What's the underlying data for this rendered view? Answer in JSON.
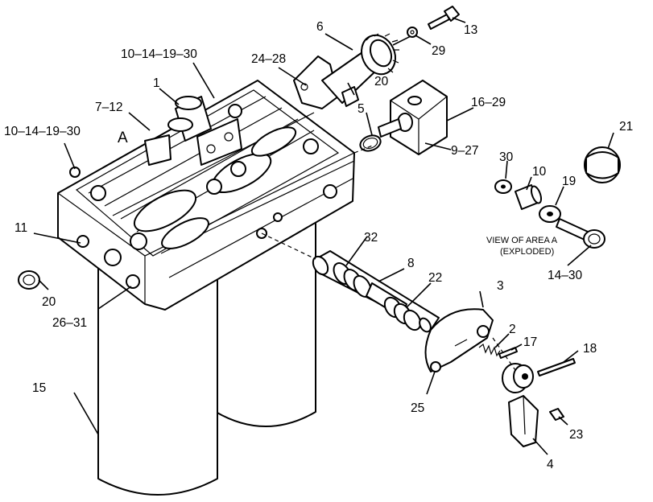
{
  "view_label": "VIEW OF AREA A",
  "view_sublabel": "(EXPLODED)",
  "area_marker": "A",
  "callouts": [
    {
      "id": "c6",
      "text": "6"
    },
    {
      "id": "c13",
      "text": "13"
    },
    {
      "id": "c29",
      "text": "29"
    },
    {
      "id": "c10-14-19-30-top",
      "text": "10–14–19–30"
    },
    {
      "id": "c24-28",
      "text": "24–28"
    },
    {
      "id": "c1",
      "text": "1"
    },
    {
      "id": "c20-top",
      "text": "20"
    },
    {
      "id": "c7-12",
      "text": "7–12"
    },
    {
      "id": "c16-29",
      "text": "16–29"
    },
    {
      "id": "c5",
      "text": "5"
    },
    {
      "id": "c10-14-19-30-left",
      "text": "10–14–19–30"
    },
    {
      "id": "c9-27",
      "text": "9–27"
    },
    {
      "id": "c21",
      "text": "21"
    },
    {
      "id": "c30",
      "text": "30"
    },
    {
      "id": "c10",
      "text": "10"
    },
    {
      "id": "c19",
      "text": "19"
    },
    {
      "id": "c11",
      "text": "11"
    },
    {
      "id": "c32",
      "text": "32"
    },
    {
      "id": "c8",
      "text": "8"
    },
    {
      "id": "c14-30",
      "text": "14–30"
    },
    {
      "id": "c20-left",
      "text": "20"
    },
    {
      "id": "c22",
      "text": "22"
    },
    {
      "id": "c26-31",
      "text": "26–31"
    },
    {
      "id": "c3",
      "text": "3"
    },
    {
      "id": "c2",
      "text": "2"
    },
    {
      "id": "c17",
      "text": "17"
    },
    {
      "id": "c18",
      "text": "18"
    },
    {
      "id": "c15",
      "text": "15"
    },
    {
      "id": "c25",
      "text": "25"
    },
    {
      "id": "c23",
      "text": "23"
    },
    {
      "id": "c4",
      "text": "4"
    }
  ]
}
